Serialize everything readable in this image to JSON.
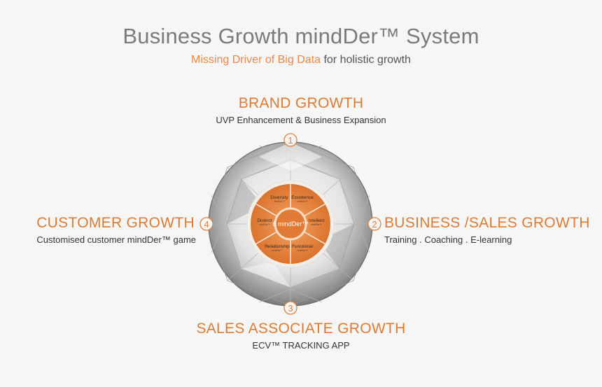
{
  "header": {
    "title": "Business Growth mindDer™ System",
    "subtitle_accent": "Missing Driver of Big Data",
    "subtitle_rest": " for holistic growth"
  },
  "brand": {
    "title": "BRAND GROWTH",
    "desc": "UVP Enhancement & Business Expansion",
    "num": "1"
  },
  "business": {
    "title": "BUSINESS /SALES GROWTH",
    "desc": "Training . Coaching . E-learning",
    "num": "2"
  },
  "sales_associate": {
    "title": "SALES ASSOCIATE GROWTH",
    "desc": "ECV™ TRACKING APP",
    "num": "3"
  },
  "customer": {
    "title": "CUSTOMER GROWTH",
    "desc": "Customised customer mindDer™ game",
    "num": "4"
  },
  "wheel": {
    "center": "6 mindDer™",
    "segments": [
      {
        "label": "Diversity",
        "sub": "mindDer™"
      },
      {
        "label": "Excellence",
        "sub": "mindDer™"
      },
      {
        "label": "Intellect",
        "sub": "mindDer™"
      },
      {
        "label": "Functional",
        "sub": "mindDer™"
      },
      {
        "label": "Relationship",
        "sub": "mindDer™"
      },
      {
        "label": "Distinct",
        "sub": "mindDer™"
      }
    ]
  },
  "colors": {
    "accent": "#dd7a33",
    "title_gray": "#7b7b7b",
    "wheel_orange": "#e07a35"
  }
}
